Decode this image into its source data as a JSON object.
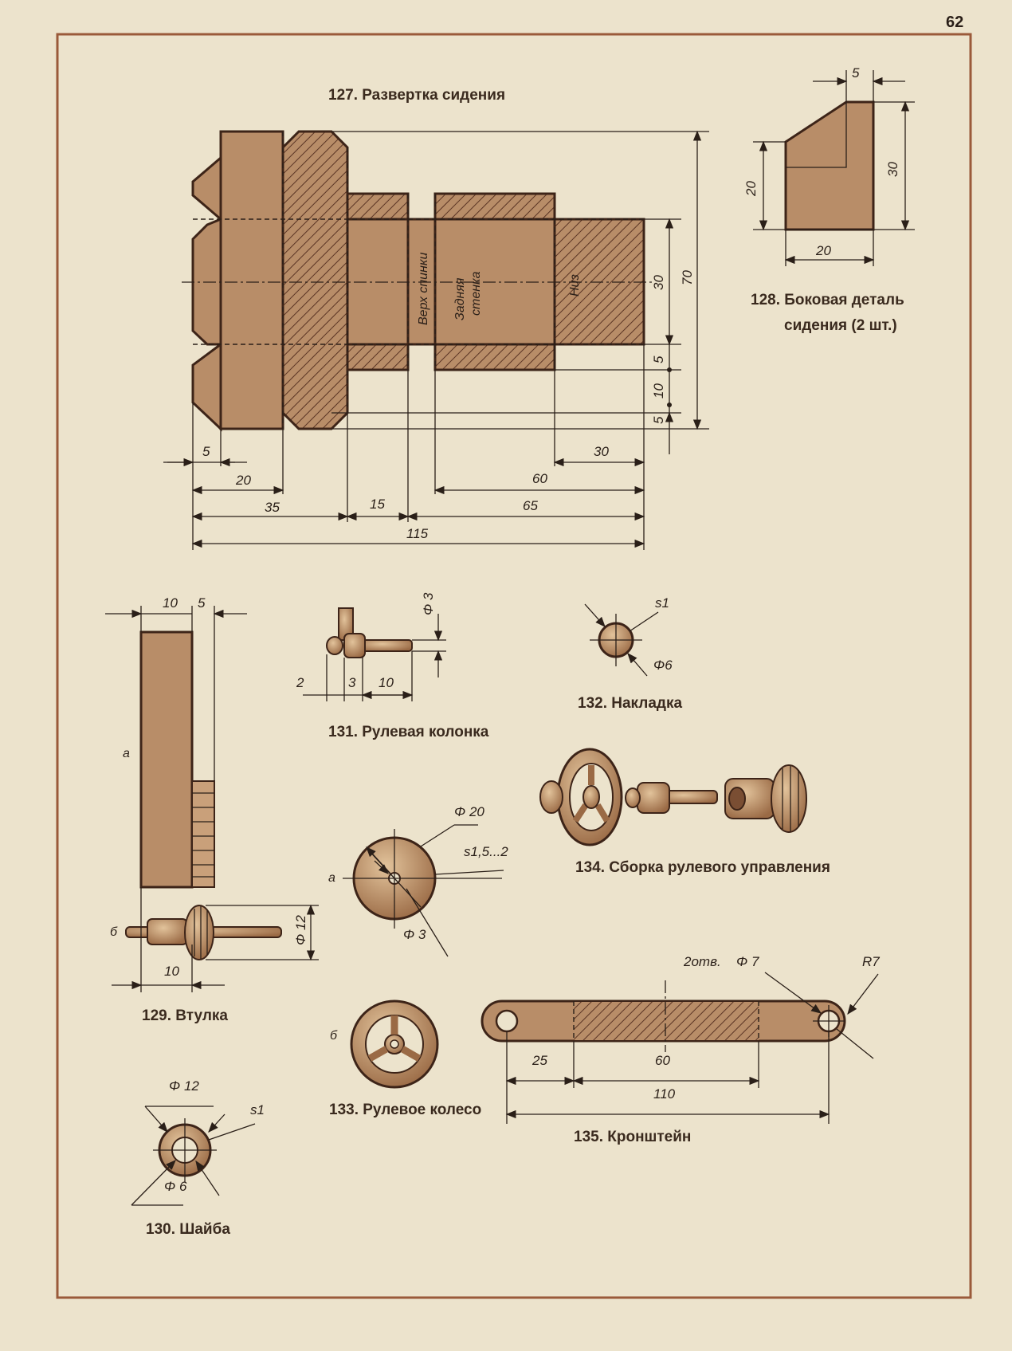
{
  "page_number": "62",
  "colors": {
    "paper": "#ece3cc",
    "border": "#9a5a3a",
    "wood": "#b88d68",
    "outline": "#3d2418"
  },
  "fig127": {
    "caption": "127. Развертка сидения",
    "label_top": "Верх спинки",
    "label_back_1": "Задняя",
    "label_back_2": "стенка",
    "label_bottom": "Низ",
    "dims": {
      "d5a": "5",
      "d20": "20",
      "d35": "35",
      "d15": "15",
      "d115": "115",
      "d60": "60",
      "d65": "65",
      "d30b": "30",
      "d30": "30",
      "d70": "70",
      "d5b": "5",
      "d10": "10",
      "d5c": "5"
    }
  },
  "fig128": {
    "caption_1": "128. Боковая деталь",
    "caption_2": "сидения (2 шт.)",
    "dims": {
      "d5": "5",
      "d20v": "20",
      "d30": "30",
      "d20h": "20"
    }
  },
  "fig129": {
    "caption": "129. Втулка",
    "label_a": "а",
    "label_b": "б",
    "dims": {
      "d10": "10",
      "d5": "5",
      "d12": "Φ 12",
      "d10b": "10"
    }
  },
  "fig130": {
    "caption": "130. Шайба",
    "dims": {
      "d12": "Φ 12",
      "s1": "s1",
      "d6": "Φ 6"
    }
  },
  "fig131": {
    "caption": "131. Рулевая колонка",
    "dims": {
      "d3": "Φ 3",
      "d2": "2",
      "d3b": "3",
      "d10": "10"
    }
  },
  "fig132": {
    "caption": "132. Накладка",
    "dims": {
      "s1": "s1",
      "d6": "Φ6"
    }
  },
  "fig133": {
    "caption": "133. Рулевое колесо",
    "label_a": "а",
    "label_b": "б",
    "dims": {
      "d20": "Φ 20",
      "s": "s1,5...2",
      "d3": "Φ 3"
    }
  },
  "fig134": {
    "caption": "134. Сборка рулевого управления"
  },
  "fig135": {
    "caption": "135. Кронштейн",
    "dims": {
      "holes": "2отв.",
      "d7": "Φ 7",
      "r7": "R7",
      "d25": "25",
      "d60": "60",
      "d110": "110"
    }
  }
}
